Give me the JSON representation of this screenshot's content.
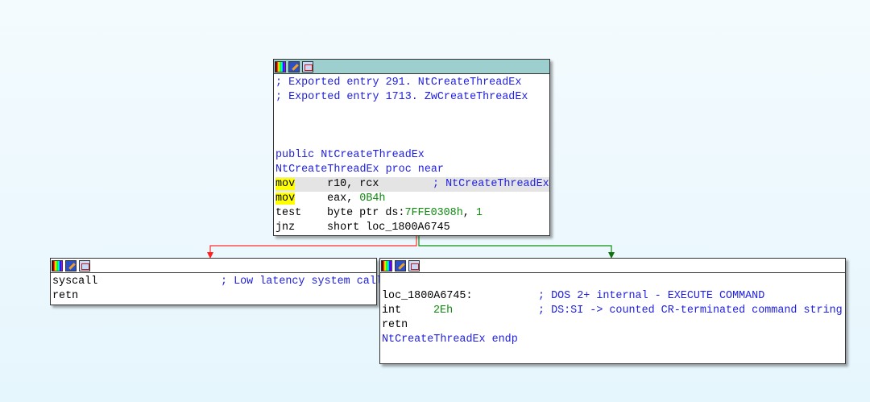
{
  "colors": {
    "comment": "#2020e0",
    "number": "#108a10",
    "highlight": "#ffff00",
    "edge_false": "#ff3030",
    "edge_true": "#109010",
    "header_selected": "#9ecfcf"
  },
  "header_icons": [
    "color-palette-icon",
    "edit-pencil-icon",
    "graph-view-icon"
  ],
  "top_block": {
    "lines": {
      "l0": "; Exported entry 291. NtCreateThreadEx",
      "l1": "; Exported entry 1713. ZwCreateThreadEx",
      "l5": "public NtCreateThreadEx",
      "l6": "NtCreateThreadEx proc near",
      "l7_mn": "mov",
      "l7_op": "r10, rcx",
      "l7_cm": "; NtCreateThreadEx",
      "l8_mn": "mov",
      "l8_op": "eax, ",
      "l8_num": "0B4h",
      "l9_mn": "test",
      "l9_op": "byte ptr ds:",
      "l9_num": "7FFE0308h",
      "l9_sep": ", ",
      "l9_num2": "1",
      "l10_mn": "jnz",
      "l10_op": "short loc_1800A6745"
    }
  },
  "left_block": {
    "lines": {
      "l0_mn": "syscall",
      "l0_cm": "; Low latency system call",
      "l1_mn": "retn"
    }
  },
  "right_block": {
    "lines": {
      "l1_lbl": "loc_1800A6745:",
      "l1_cm": "; DOS 2+ internal - EXECUTE COMMAND",
      "l2_mn": "int",
      "l2_num": "2Eh",
      "l2_cm": "; DS:SI -> counted CR-terminated command string",
      "l3_mn": "retn",
      "l4": "NtCreateThreadEx endp"
    }
  }
}
